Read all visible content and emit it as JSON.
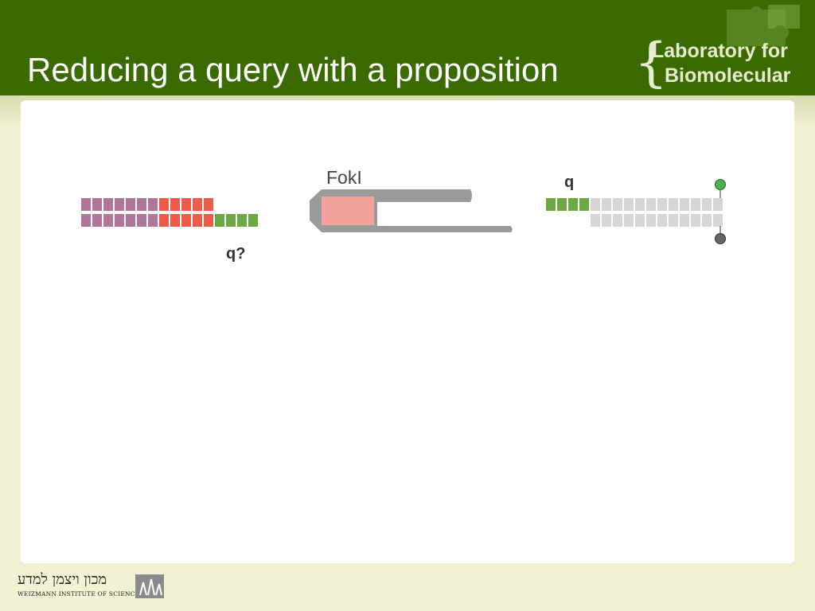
{
  "slide": {
    "title": "Reducing a query with a proposition"
  },
  "lab_logo": {
    "line1": "Laboratory for",
    "line2": "Biomolecular"
  },
  "diagram": {
    "enzyme_label": "FokI",
    "query_label": "q?",
    "proposition_label": "q"
  },
  "footer": {
    "institute_hebrew": "מכון ויצמן למדע",
    "institute_english": "WEIZMANN INSTITUTE OF SCIENCE"
  },
  "colors": {
    "header_green": "#3a6a00",
    "purple_block": "#b0769a",
    "red_block": "#ec5a48",
    "green_block": "#6aaa42",
    "gray_block": "#d6d6d6",
    "enzyme_pink": "#f4a39a",
    "enzyme_gray": "#9a9a9a"
  }
}
